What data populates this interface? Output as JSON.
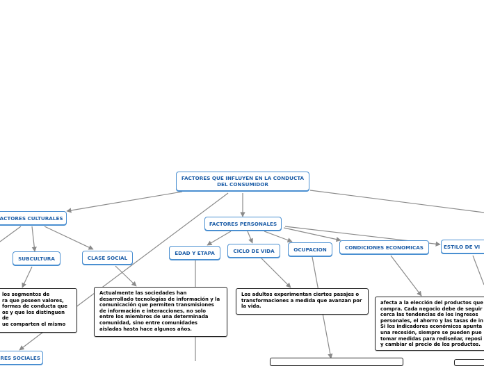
{
  "nodes": {
    "root": "FACTORES QUE INFLUYEN EN LA CONDUCTA DEL CONSUMIDOR",
    "culturales": "FACTORES CULTURALES",
    "personales": "FACTORES PERSONALES",
    "subcultura": "SUBCULTURA",
    "clase_social": "CLASE SOCIAL",
    "edad_etapa": "EDAD Y ETAPA",
    "ciclo_vida": "CICLO DE VIDA",
    "ocupacion": "OCUPACION",
    "condiciones": "CONDICIONES ECONOMICAS",
    "estilo": "ESTILO DE VI",
    "sociales": "RES SOCIALES"
  },
  "notes": {
    "subcultura": "los segmentos de\nra que poseen valores,\nformas de conducta que\nos y que los distinguen de\nue comparten el mismo",
    "clase_social": "Actualmente las sociedades han\ndesarrollado tecnologías de información y la\ncomunicación que permiten transmisiones\nde información e interacciones, no solo\nentre los miembros de una determinada\ncomunidad, sino entre comunidades\naisladas hasta hace algunos años.",
    "ciclo_vida": "Los adultos experimentan ciertos pasajes o\ntransformaciones a medida que avanzan por\nla vida.",
    "condiciones": "afecta a la elección del productos que\ncompra. Cada negocio debe de seguir\ncerca las tendencias de los ingresos\npersonales, el ahorro y las tasas de in\nSi los indicadores económicos apunta\nuna recesión, siempre se pueden  pue\ntomar medidas para rediseñar, reposi\ny cambiar el precio de los productos."
  },
  "colors": {
    "node_border": "#4a8fd1",
    "node_text": "#1f5fa8",
    "connector": "#8a8a8a"
  }
}
